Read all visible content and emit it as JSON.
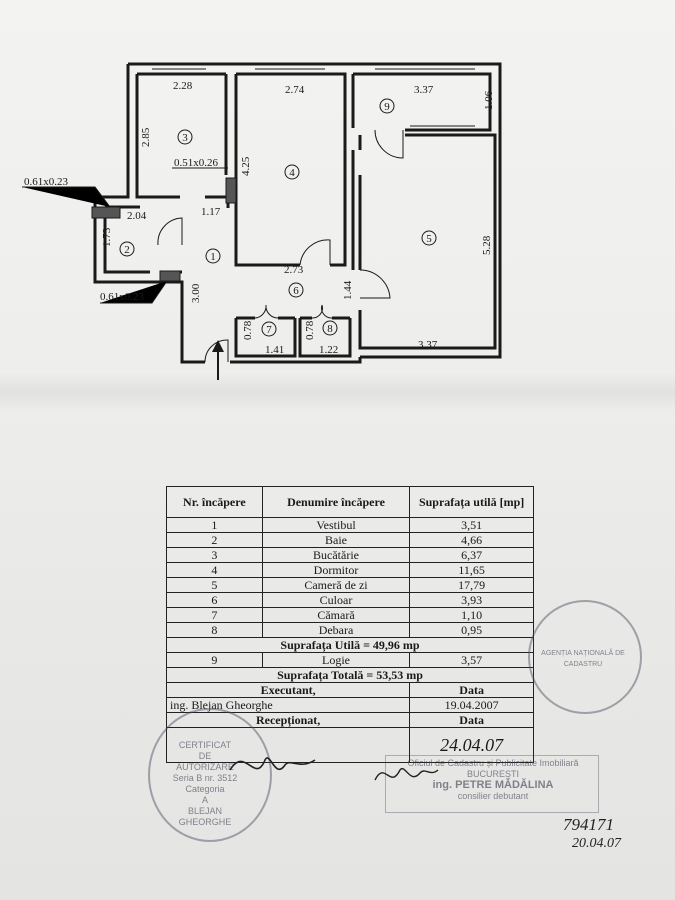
{
  "plan": {
    "rooms": {
      "r1": "1",
      "r2": "2",
      "r3": "3",
      "r4": "4",
      "r5": "5",
      "r6": "6",
      "r7": "7",
      "r8": "8",
      "r9": "9"
    },
    "dimensions": {
      "d_228": "2.28",
      "d_274": "2.74",
      "d_337_top": "3.37",
      "d_106": "1.06",
      "d_285": "2.85",
      "d_425": "4.25",
      "d_051": "0.51x0.26",
      "d_061_top": "0.61x0.23",
      "d_204": "2.04",
      "d_117": "1.17",
      "d_173": "1.73",
      "d_528": "5.28",
      "d_273": "2.73",
      "d_144": "1.44",
      "d_300": "3.00",
      "d_061_bot": "0.61x0.23",
      "d_078a": "0.78",
      "d_078b": "0.78",
      "d_141": "1.41",
      "d_122": "1.22",
      "d_337_bot": "3.37"
    }
  },
  "table": {
    "head": {
      "nr": "Nr. încăpere",
      "name": "Denumire încăpere",
      "area": "Suprafața utilă [mp]"
    },
    "rows": [
      {
        "nr": "1",
        "name": "Vestibul",
        "area": "3,51"
      },
      {
        "nr": "2",
        "name": "Baie",
        "area": "4,66"
      },
      {
        "nr": "3",
        "name": "Bucătărie",
        "area": "6,37"
      },
      {
        "nr": "4",
        "name": "Dormitor",
        "area": "11,65"
      },
      {
        "nr": "5",
        "name": "Cameră de zi",
        "area": "17,79"
      },
      {
        "nr": "6",
        "name": "Culoar",
        "area": "3,93"
      },
      {
        "nr": "7",
        "name": "Cămară",
        "area": "1,10"
      },
      {
        "nr": "8",
        "name": "Debara",
        "area": "0,95"
      }
    ],
    "total_useful": "Suprafața Utilă = 49,96 mp",
    "row9": {
      "nr": "9",
      "name": "Logie",
      "area": "3,57"
    },
    "total": "Suprafața Totală = 53,53 mp",
    "executant_label": "Executant,",
    "data_label": "Data",
    "executant_name": "ing. Blejan Gheorghe",
    "executant_date": "19.04.2007",
    "receptionat_label": "Recepționat,",
    "data_label2": "Data",
    "receptionat_date": "24.04.07"
  },
  "stamps": {
    "left_lines": [
      "CERTIFICAT",
      "DE",
      "AUTORIZARE",
      "Seria B nr. 3512",
      "Categoria",
      "A",
      "BLEJAN GHEORGHE"
    ],
    "rect_line1": "Oficiul de Cadastru și Publicitate Imobiliară",
    "rect_line2": "BUCUREȘTI",
    "rect_line3": "ing. PETRE MĂDĂLINA",
    "rect_line4": "consilier debutant",
    "right_text": "AGENȚIA NAȚIONALĂ DE CADASTRU"
  },
  "handwritten": {
    "number": "794171",
    "date": "20.04.07"
  }
}
